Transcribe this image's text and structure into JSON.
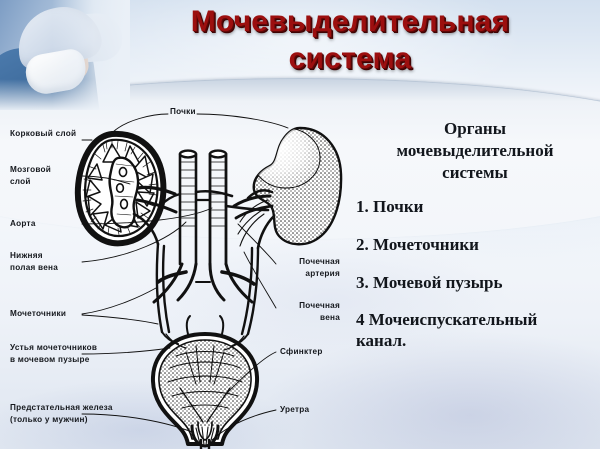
{
  "slide": {
    "title_lines": [
      "Мочевыделительная",
      "система"
    ],
    "title_color": "#9c0f0f",
    "title_shadow_color": "#3d0404",
    "background_color": "#eef2f7",
    "ink_color": "#111111"
  },
  "photo": {
    "alt": "surgeon-photo",
    "description": "Хирург в маске и шапочке"
  },
  "organs": {
    "heading_lines": [
      "Органы",
      "мочевыделительной",
      "системы"
    ],
    "items": [
      {
        "text": "1. Почки",
        "lines": [
          "1. Почки"
        ]
      },
      {
        "text": "2. Мочеточники",
        "lines": [
          "2. Мочеточники"
        ]
      },
      {
        "text": "3. Мочевой пузырь",
        "lines": [
          "3. Мочевой пузырь"
        ]
      },
      {
        "text": "4 Мочеиспускательный канал.",
        "lines": [
          "4 Мочеиспускательный",
          "канал."
        ]
      }
    ]
  },
  "diagram": {
    "name": "urinary-system-diagram",
    "labels": {
      "kidneys": {
        "lines": [
          "Почки"
        ]
      },
      "cortex": {
        "lines": [
          "Корковый слой"
        ]
      },
      "medulla": {
        "lines": [
          "Мозговой",
          "слой"
        ]
      },
      "aorta": {
        "lines": [
          "Аорта"
        ]
      },
      "vena_cava": {
        "lines": [
          "Нижняя",
          "полая вена"
        ]
      },
      "ureters": {
        "lines": [
          "Мочеточники"
        ]
      },
      "ureter_orifices": {
        "lines": [
          "Устья мочеточников",
          "в мочевом пузыре"
        ]
      },
      "prostate": {
        "lines": [
          "Предстательная железа",
          "(только у мужчин)"
        ]
      },
      "renal_artery": {
        "lines": [
          "Почечная",
          "артерия"
        ]
      },
      "renal_vein": {
        "lines": [
          "Почечная",
          "вена"
        ]
      },
      "sphincter": {
        "lines": [
          "Сфинктер"
        ]
      },
      "urethra": {
        "lines": [
          "Уретра"
        ]
      }
    },
    "parts": [
      "left-kidney-cross-section",
      "right-kidney-whole",
      "aorta",
      "inferior-vena-cava",
      "renal-artery",
      "renal-vein",
      "left-ureter",
      "right-ureter",
      "urinary-bladder",
      "prostate-gland",
      "urethra",
      "sphincter"
    ]
  }
}
